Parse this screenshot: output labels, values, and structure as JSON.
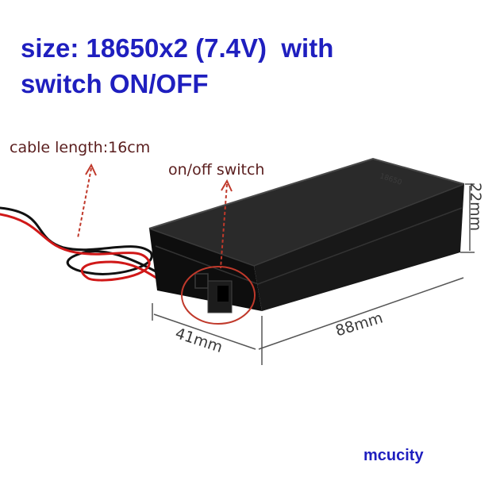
{
  "headline": {
    "line1": "size: 18650x2 (7.4V)  with",
    "line2": "switch ON/OFF"
  },
  "labels": {
    "cable": "cable length:16cm",
    "switch": "on/off switch",
    "height": "22mm",
    "length": "88mm",
    "width": "41mm"
  },
  "brand": "mcucity",
  "colors": {
    "headline": "#1f1fbf",
    "annotation": "#c0392b",
    "case": "#121212"
  }
}
